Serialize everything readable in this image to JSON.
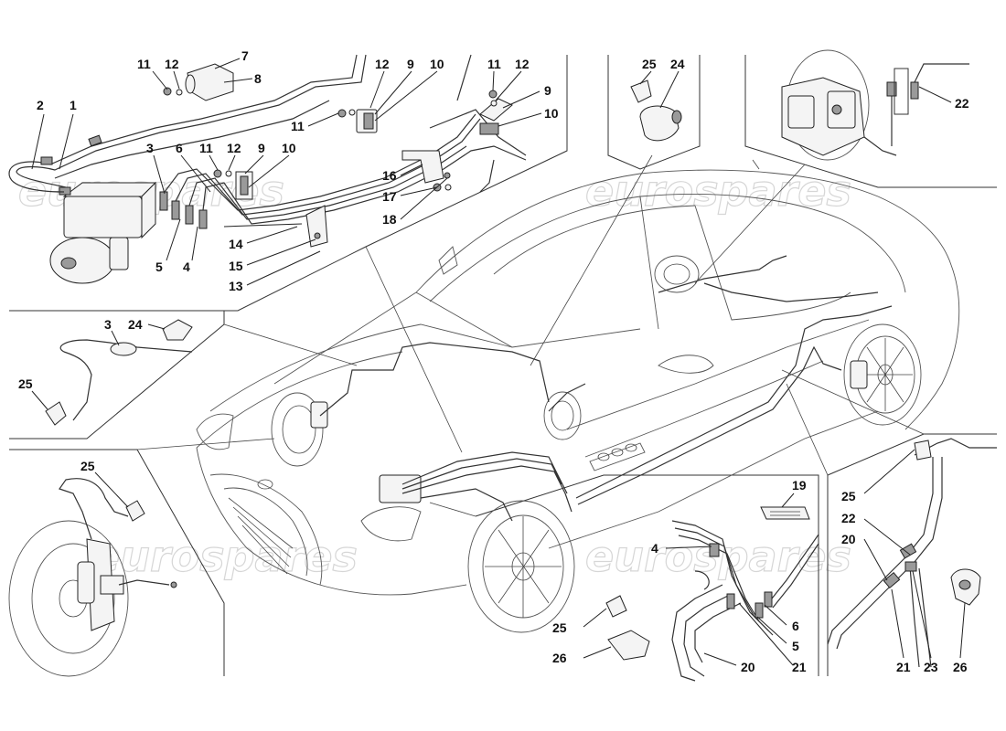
{
  "watermark": "eurospares",
  "colors": {
    "line": "#222222",
    "background": "#ffffff",
    "watermark": "#c9c9c9"
  },
  "callouts": {
    "tl_2": "2",
    "tl_1": "1",
    "tl_11a": "11",
    "tl_12a": "12",
    "tl_7": "7",
    "tl_8": "8",
    "tl_12b": "12",
    "tl_9a": "9",
    "tl_10a": "10",
    "tl_11b": "11",
    "tl_12c": "12",
    "tl_9b": "9",
    "tl_10b": "10",
    "tl_11c": "11",
    "tl_3": "3",
    "tl_6": "6",
    "tl_11d": "11",
    "tl_12d": "12",
    "tl_9c": "9",
    "tl_10c": "10",
    "tl_16": "16",
    "tl_17": "17",
    "tl_18": "18",
    "tl_14": "14",
    "tl_15": "15",
    "tl_13": "13",
    "tl_5": "5",
    "tl_4": "4",
    "ml_3": "3",
    "ml_24": "24",
    "ml_25": "25",
    "bl_25": "25",
    "tc_25": "25",
    "tc_24": "24",
    "tr_22": "22",
    "bc_19": "19",
    "bc_4": "4",
    "bc_6": "6",
    "bc_5": "5",
    "bc_25": "25",
    "bc_26": "26",
    "bc_20": "20",
    "bc_21": "21",
    "br_25": "25",
    "br_22": "22",
    "br_20": "20",
    "br_21": "21",
    "br_23": "23",
    "br_26": "26"
  }
}
